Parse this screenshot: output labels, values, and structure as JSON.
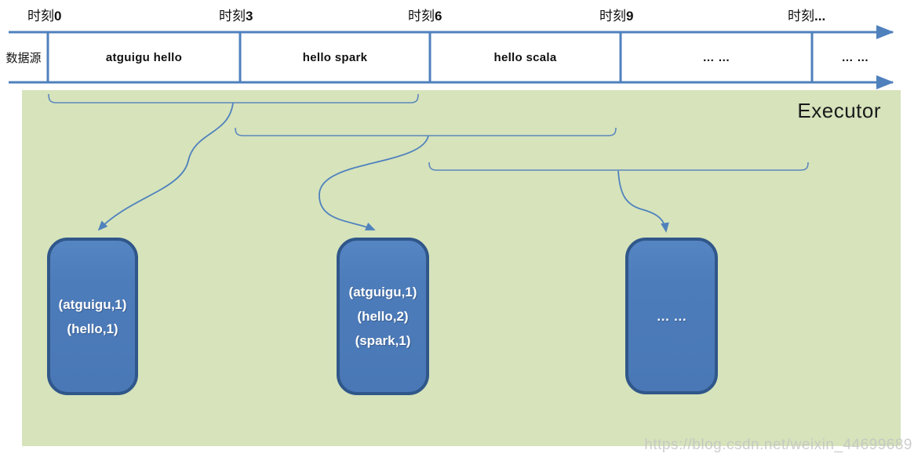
{
  "timeline": {
    "time_labels": [
      {
        "prefix": "时刻",
        "value": "0"
      },
      {
        "prefix": "时刻",
        "value": "3"
      },
      {
        "prefix": "时刻",
        "value": "6"
      },
      {
        "prefix": "时刻",
        "value": "9"
      },
      {
        "prefix": "时刻",
        "value": "..."
      }
    ],
    "source_label": "数据源",
    "cells": [
      "atguigu hello",
      "hello spark",
      "hello scala",
      "… …",
      "… …"
    ]
  },
  "executor": {
    "title": "Executor",
    "result_boxes": [
      {
        "lines": [
          "(atguigu,1)",
          "(hello,1)"
        ]
      },
      {
        "lines": [
          "(atguigu,1)",
          "(hello,2)",
          "(spark,1)"
        ]
      },
      {
        "lines": [
          "… …"
        ]
      }
    ]
  },
  "watermark": "https://blog.csdn.net/weixin_44699689",
  "colors": {
    "timeline_blue": "#4f81bd",
    "brace_blue": "#5d87bd",
    "box_fill": "#4d7cbb",
    "box_border": "#30578a",
    "panel_green": "#d6e3bb"
  }
}
